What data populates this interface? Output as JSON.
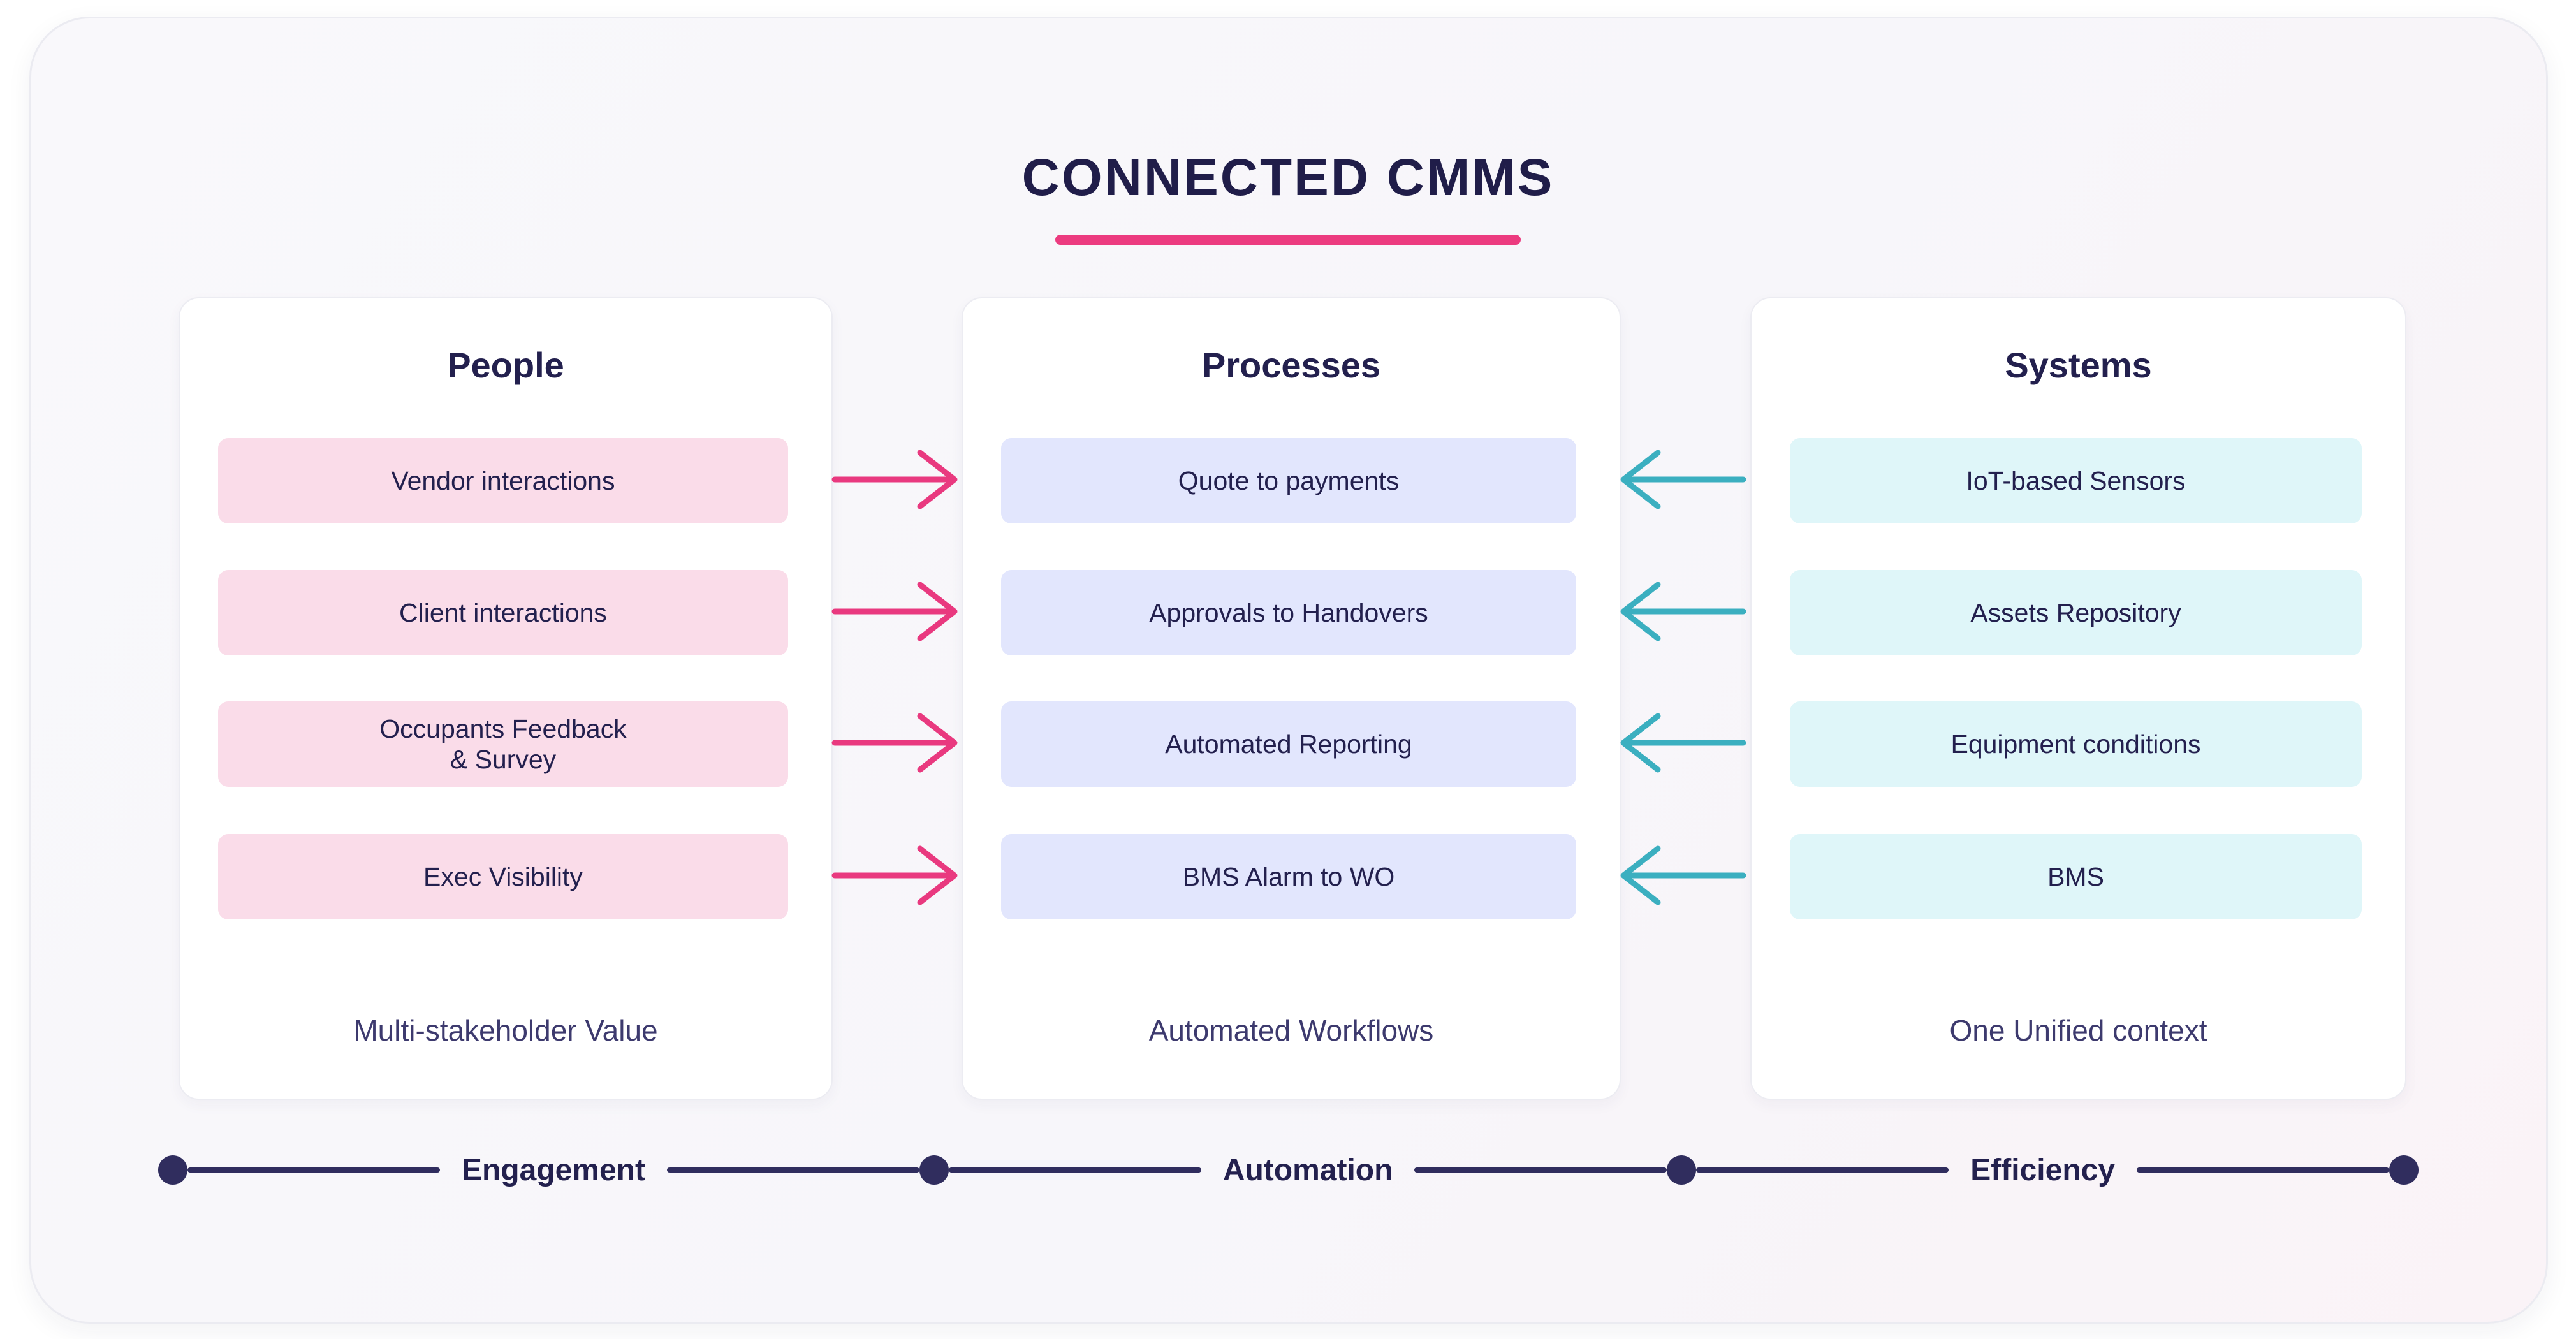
{
  "title": "CONNECTED CMMS",
  "columns": [
    {
      "header": "People",
      "items": [
        {
          "lines": [
            "Vendor interactions"
          ]
        },
        {
          "lines": [
            "Client interactions"
          ]
        },
        {
          "lines": [
            "Occupants Feedback",
            "& Survey"
          ]
        },
        {
          "lines": [
            "Exec Visibility"
          ]
        }
      ],
      "footer": "Multi-stakeholder Value",
      "item_bg": "#fadce9"
    },
    {
      "header": "Processes",
      "items": [
        {
          "lines": [
            "Quote to payments"
          ]
        },
        {
          "lines": [
            "Approvals to Handovers"
          ]
        },
        {
          "lines": [
            "Automated Reporting"
          ]
        },
        {
          "lines": [
            "BMS Alarm to WO"
          ]
        }
      ],
      "footer": "Automated Workflows",
      "item_bg": "#e2e6fd"
    },
    {
      "header": "Systems",
      "items": [
        {
          "lines": [
            "IoT-based Sensors"
          ]
        },
        {
          "lines": [
            "Assets Repository"
          ]
        },
        {
          "lines": [
            "Equipment conditions"
          ]
        },
        {
          "lines": [
            "BMS"
          ]
        }
      ],
      "footer": "One Unified context",
      "item_bg": "#dff6f9"
    }
  ],
  "arrows": {
    "people_to_processes": {
      "direction": "right",
      "color": "#e9397f",
      "count": 4
    },
    "systems_to_processes": {
      "direction": "left",
      "color": "#3bafc0",
      "count": 4
    }
  },
  "timeline": {
    "labels": [
      "Engagement",
      "Automation",
      "Efficiency"
    ],
    "color": "#302d5e"
  },
  "colors": {
    "title_underline": "#ec3b7f",
    "navy_text": "#23204e",
    "footer_text": "#3d3a6e",
    "card_bg": "#ffffff",
    "page_bg": "#f7f6fa"
  }
}
